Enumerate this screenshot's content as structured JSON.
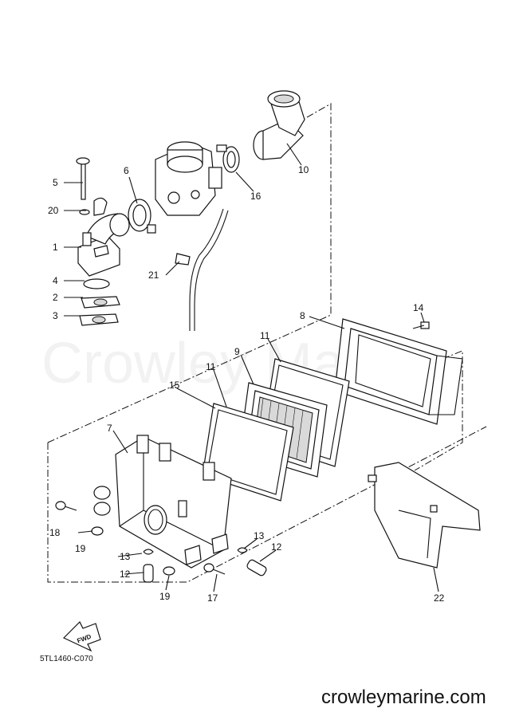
{
  "watermark": "Crowley Marine",
  "diagram_code": "5TL1460-C070",
  "brand_url": "crowleymarine.com",
  "fwd_label": "FWD",
  "callouts": [
    {
      "id": "c5",
      "text": "5"
    },
    {
      "id": "c20",
      "text": "20"
    },
    {
      "id": "c1",
      "text": "1"
    },
    {
      "id": "c4",
      "text": "4"
    },
    {
      "id": "c2",
      "text": "2"
    },
    {
      "id": "c3",
      "text": "3"
    },
    {
      "id": "c6",
      "text": "6"
    },
    {
      "id": "c10",
      "text": "10"
    },
    {
      "id": "c16",
      "text": "16"
    },
    {
      "id": "c21",
      "text": "21"
    },
    {
      "id": "c14",
      "text": "14"
    },
    {
      "id": "c8",
      "text": "8"
    },
    {
      "id": "c11a",
      "text": "11"
    },
    {
      "id": "c9",
      "text": "9"
    },
    {
      "id": "c11b",
      "text": "11"
    },
    {
      "id": "c15",
      "text": "15"
    },
    {
      "id": "c7",
      "text": "7"
    },
    {
      "id": "c18",
      "text": "18"
    },
    {
      "id": "c19a",
      "text": "19"
    },
    {
      "id": "c13a",
      "text": "13"
    },
    {
      "id": "c12a",
      "text": "12"
    },
    {
      "id": "c19b",
      "text": "19"
    },
    {
      "id": "c17",
      "text": "17"
    },
    {
      "id": "c13b",
      "text": "13"
    },
    {
      "id": "c12b",
      "text": "12"
    },
    {
      "id": "c22",
      "text": "22"
    }
  ]
}
